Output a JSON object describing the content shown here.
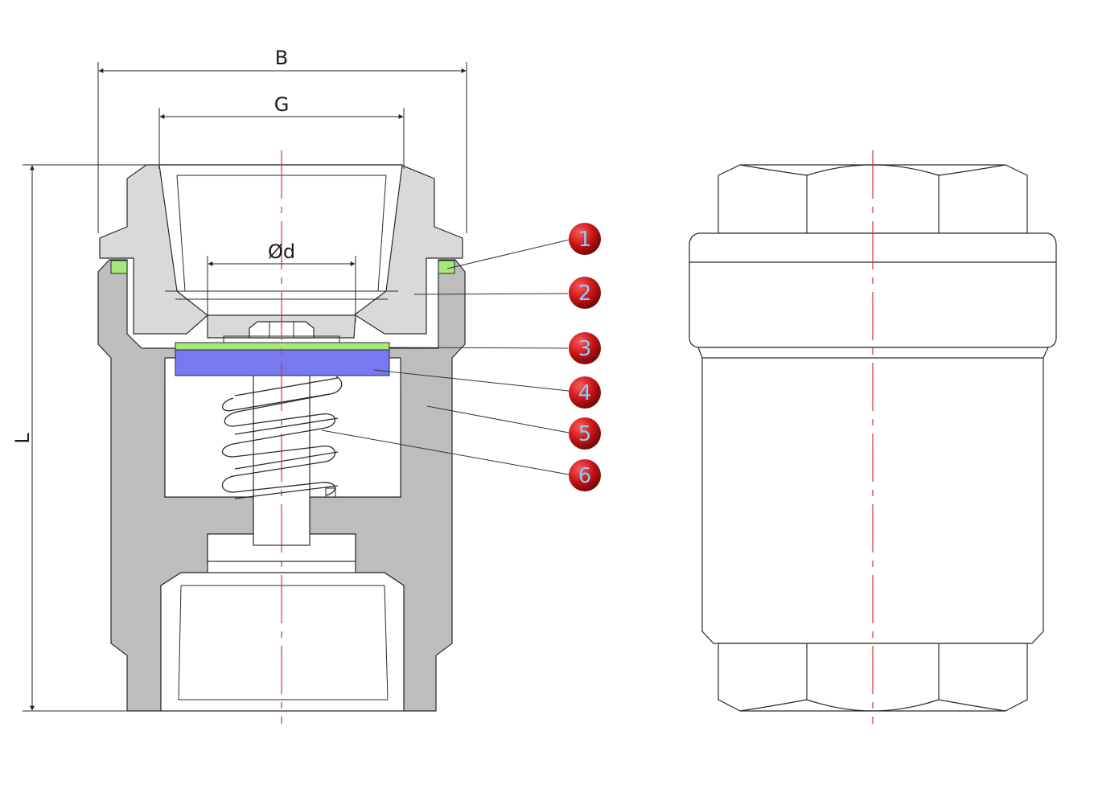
{
  "dimensions": {
    "B": "B",
    "G": "G",
    "d": "Ød",
    "L": "L"
  },
  "callouts": [
    {
      "number": "1"
    },
    {
      "number": "2"
    },
    {
      "number": "3"
    },
    {
      "number": "4"
    },
    {
      "number": "5"
    },
    {
      "number": "6"
    }
  ],
  "colors": {
    "body_dark": "#bdbdbd",
    "cap_light": "#d9d9d9",
    "gasket_green": "#a6e87a",
    "disc_blue": "#7878f0",
    "callout_red": "#c81414",
    "callout_text": "#7fd0ff",
    "centerline": "#e03030"
  }
}
